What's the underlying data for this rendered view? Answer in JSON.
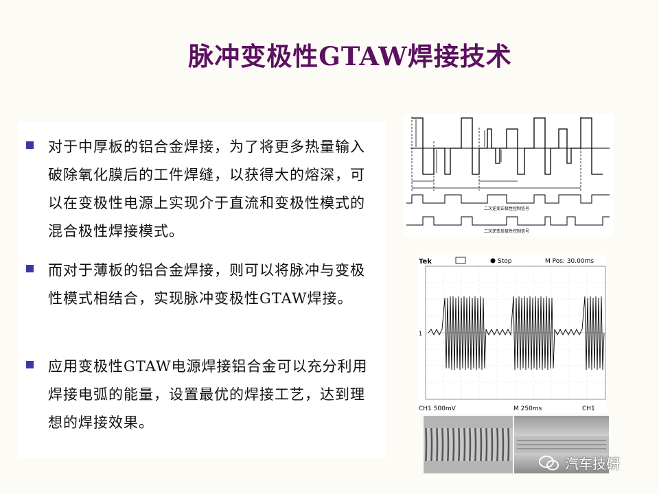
{
  "title": "脉冲变极性GTAW焊接技术",
  "bullets": [
    {
      "text": "对于中厚板的铝合金焊接，为了将更多热量输入破除氧化膜后的工件焊缝，以获得大的熔深，可以在变极性电源上实现介于直流和变极性模式的混合极性焊接模式。"
    },
    {
      "text": "而对于薄板的铝合金焊接，则可以将脉冲与变极性模式相结合，实现脉冲变极性GTAW焊接。"
    },
    {
      "text": "应用变极性GTAW电源焊接铝合金可以充分利用焊接电弧的能量，设置最优的焊接工艺，达到理想的焊接效果。"
    }
  ],
  "waveform_diagram": {
    "signal_labels": [
      "二次逆变正极性控制信号",
      "二次逆变反极性控制信号"
    ]
  },
  "oscilloscope": {
    "brand": "Tek",
    "status": "Stop",
    "m_pos": "M Pos: 30.00ms",
    "ch_scale": "CH1  500mV",
    "time_scale": "M 250ms",
    "trigger": "CH1",
    "channel_marker": "1"
  },
  "watermark": "汽车技研"
}
